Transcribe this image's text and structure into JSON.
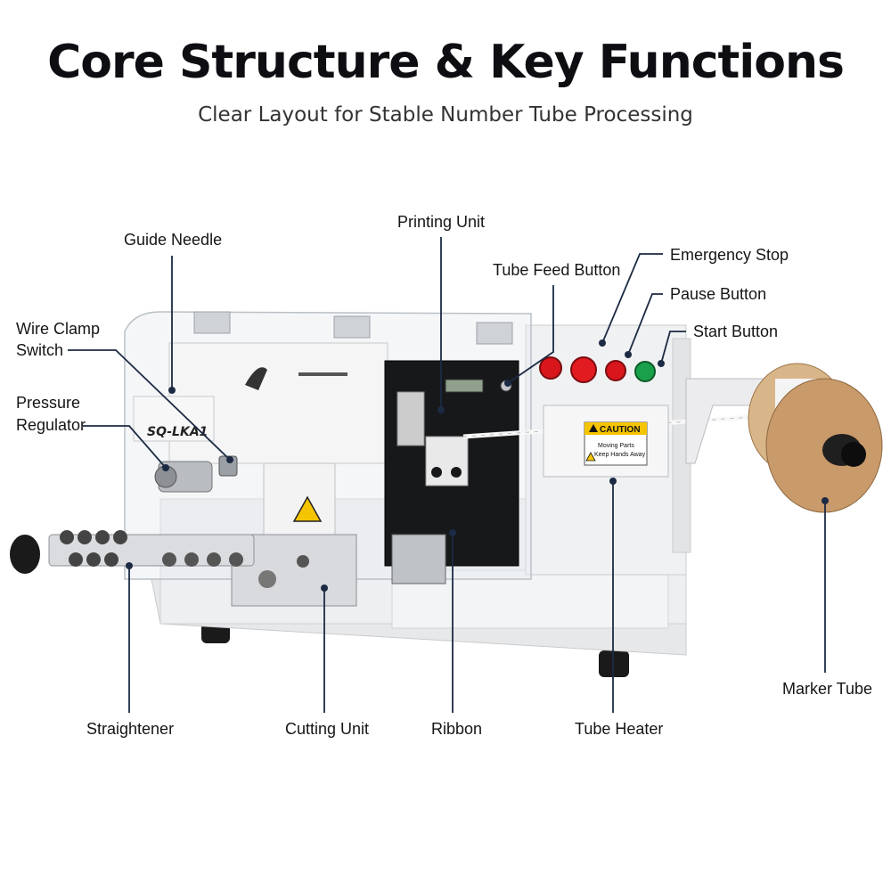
{
  "header": {
    "title": "Core Structure & Key Functions",
    "subtitle": "Clear Layout for Stable Number Tube Processing"
  },
  "machine": {
    "model_plate": "SQ-LKA1",
    "caution_label": "CAUTION",
    "caution_text_1": "Moving Parts",
    "caution_text_2": "Keep Hands Away"
  },
  "callouts": {
    "guide_needle": "Guide Needle",
    "printing_unit": "Printing Unit",
    "tube_feed_button": "Tube Feed Button",
    "emergency_stop": "Emergency Stop",
    "pause_button": "Pause Button",
    "start_button": "Start Button",
    "wire_clamp_switch_1": "Wire Clamp",
    "wire_clamp_switch_2": "Switch",
    "pressure_regulator_1": "Pressure",
    "pressure_regulator_2": "Regulator",
    "straightener": "Straightener",
    "cutting_unit": "Cutting Unit",
    "ribbon": "Ribbon",
    "tube_heater": "Tube Heater",
    "marker_tube": "Marker Tube"
  },
  "colors": {
    "leader_line": "#1c2a44",
    "machine_body": "#f1f2f3",
    "panel_black": "#17181a",
    "button_red": "#d8161c",
    "button_green": "#1aa04a",
    "spool_kraft": "#c99a6a",
    "caution_yellow": "#f5c400"
  }
}
